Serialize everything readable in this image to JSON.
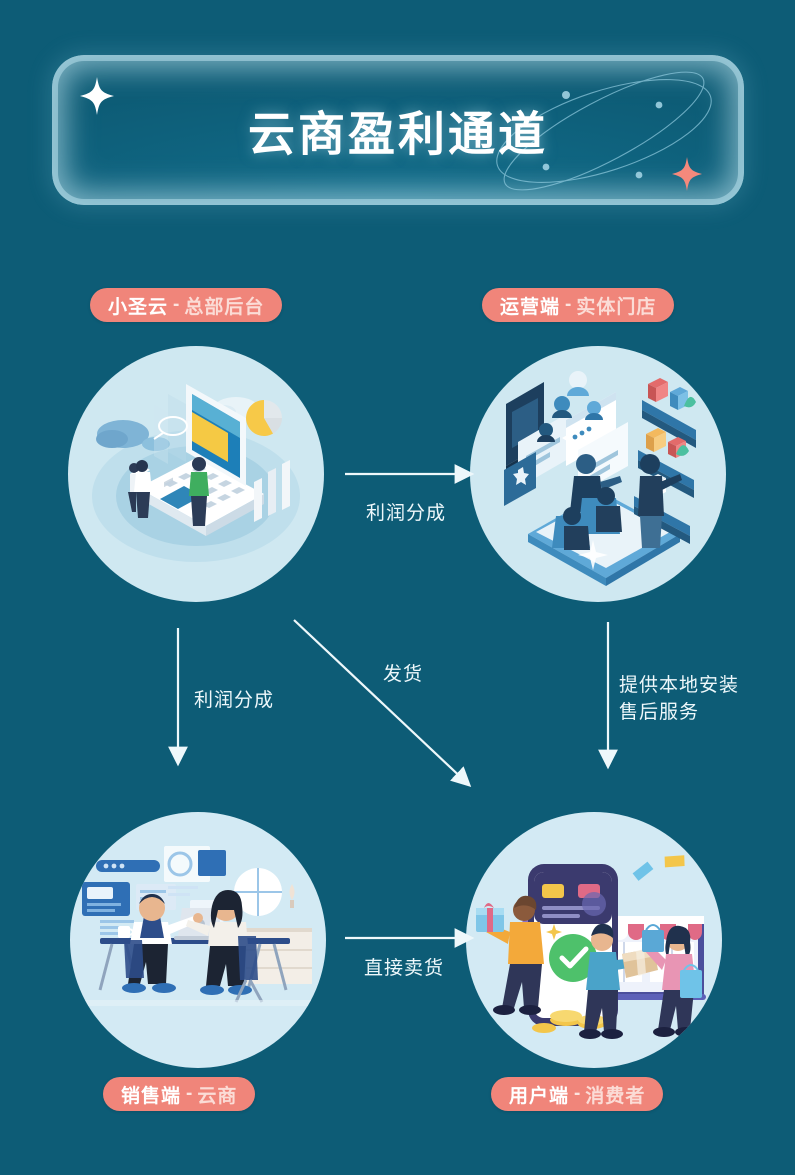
{
  "page": {
    "background_color": "#0d5c76",
    "accent_color": "#f0857a",
    "circle_color": "#cfe8f1",
    "line_color": "#eef8fb"
  },
  "banner": {
    "title": "云商盈利通道",
    "decorations": [
      "sparkle-star-white",
      "sparkle-star-coral",
      "orbit-ellipses"
    ]
  },
  "nodes": [
    {
      "id": "hq",
      "main": "小圣云",
      "sep": "-",
      "sub": "总部后台",
      "illustration": "isometric-laptop-dashboard"
    },
    {
      "id": "store",
      "main": "运营端",
      "sep": "-",
      "sub": "实体门店",
      "illustration": "isometric-retail-store-team"
    },
    {
      "id": "sales",
      "main": "销售端",
      "sep": "-",
      "sub": "云商",
      "illustration": "two-people-desk-laptop"
    },
    {
      "id": "user",
      "main": "用户端",
      "sep": "-",
      "sub": "消费者",
      "illustration": "mobile-shopping-checkout"
    }
  ],
  "connectors": [
    {
      "id": "hq-to-store",
      "label": "利润分成",
      "direction": "right"
    },
    {
      "id": "hq-to-sales",
      "label": "利润分成",
      "direction": "down"
    },
    {
      "id": "hq-to-user",
      "label": "发货",
      "direction": "diagonal-down-right"
    },
    {
      "id": "store-to-user",
      "label_line1": "提供本地安装",
      "label_line2": "售后服务",
      "direction": "down"
    },
    {
      "id": "sales-to-user",
      "label": "直接卖货",
      "direction": "right"
    }
  ]
}
